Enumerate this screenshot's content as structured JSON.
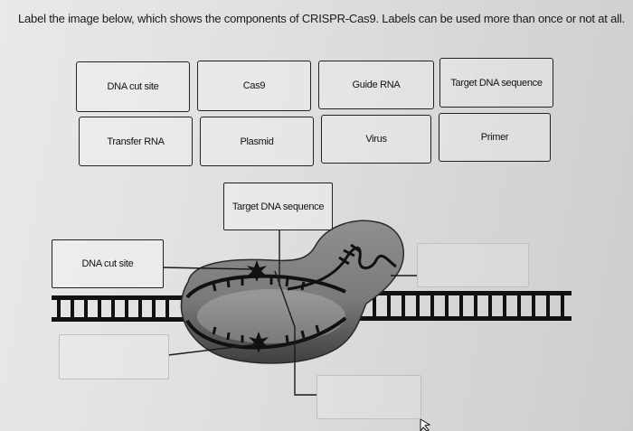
{
  "instruction": "Label the image below, which shows the components of CRISPR-Cas9. Labels can be used more than once or not at all.",
  "label_bank": [
    "DNA cut site",
    "Cas9",
    "Guide RNA",
    "Target DNA sequence",
    "Transfer RNA",
    "Plasmid",
    "Virus",
    "Primer"
  ],
  "drop_targets": [
    {
      "id": "top",
      "value": "Target DNA sequence"
    },
    {
      "id": "left-upper",
      "value": "DNA cut site"
    },
    {
      "id": "right-upper",
      "value": ""
    },
    {
      "id": "left-lower",
      "value": ""
    },
    {
      "id": "bottom",
      "value": ""
    }
  ],
  "colors": {
    "cas9_body": "#7e7e7e",
    "cas9_shadow": "#3a3a3a",
    "dna_strand": "#111111",
    "leader_line": "#1a1a1a"
  }
}
